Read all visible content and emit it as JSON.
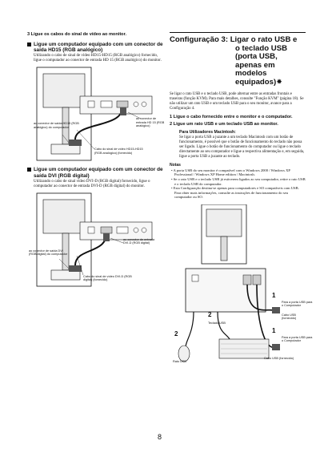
{
  "left": {
    "step3": "3   Ligue os cabos do sinal de vídeo ao monitor.",
    "sec1": {
      "title": "Ligue um computador equipado com um conector de saída HD15 (RGB analógico)",
      "body": "Utilizando o cabo de sinal de vídeo HD15-HD15 (RGB analógico) fornecido, ligue o computador ao conector de entrada HD 15 (RGB analógico) do monitor.",
      "labels": {
        "a": "ao conector de saída HD15 (RGB analógico) do computador",
        "b": "ao conector de entrada HD 15 (RGB analógico)",
        "c": "Cabo do sinal de vídeo HD15-HD15 (RGB analógico) (fornecido)"
      }
    },
    "sec2": {
      "title": "Ligue um computador equipado com um conector de saída DVI (RGB digital)",
      "body": "Utilizando o cabo de sinal vídeo DVI-D (RGB digital) fornecido, ligue o computador ao conector de entrada DVI-D (RGB digital) do monitor.",
      "labels": {
        "a": "ao conector de saída DVI (RGB digital) do computador",
        "b": "ao conector de entrada DVI-D (RGB digital)",
        "c": "Cabo do sinal de vídeo DVI-D (RGB digital) (fornecido)"
      }
    }
  },
  "right": {
    "title_line1": "Configuração 3: Ligar o rato USB e",
    "title_line2": "o teclado USB (porta USB, apenas em modelos equipados)",
    "title_mark": "⁕",
    "intro": "Se ligar o rato USB e o teclado USB, pode alternar entre as entradas frontais e traseiras (função KVM). Para mais detalhes, consulte \"Função KVM\" (página 18). Se não utilizar um rato USB e um teclado USB para o seu monitor, avance para a Configuração 4.",
    "step1": "1   Ligue o cabo fornecido entre o monitor e o computador.",
    "step2": "2   Ligue um rato USB e um teclado USB ao monitor.",
    "mac_head": "Para Utilizadores Macintosh:",
    "mac_body": "Se ligar a porta USB a juzante a um teclado Macintosh com um botão de funcionamento, é possível que o botão de funcionamento do teclado não possa ser ligado. Ligue o botão de funcionamento do computador ou ligue o teclado directamente ao seu computador e ligue a respectiva alimentação e, em seguida, ligue a porta USB a juzante ao teclado.",
    "notes_head": "Notas",
    "notes": [
      "• A porta USB do seu monitor é compatível com o Windows 2000 / Windows XP Professional / Windows XP Home edition / Macintosh.",
      "• Se o rato USB e o teclado USB já estiverem ligados ao seu computador, retire o rato USB e o teclado USB do computador.",
      "• Esta Configuração destina-se apenas para computadores e SO compatíveis com USB. Para obter mais informações, consulte as instruções de funcionamento do seu computador ou SO."
    ],
    "fig": {
      "n1a": "1",
      "l1a": "Para a porta USB para o Computador",
      "l1b": "Cabo USB (fornecido)",
      "n2a": "2",
      "l2a": "Teclado USB",
      "n2b": "2",
      "l2b": "Rato USB",
      "n1b": "1",
      "l1c": "Para a porta USB para o Computador",
      "l1d": "Cabo USB (fornecido)"
    }
  },
  "page_number": "8"
}
